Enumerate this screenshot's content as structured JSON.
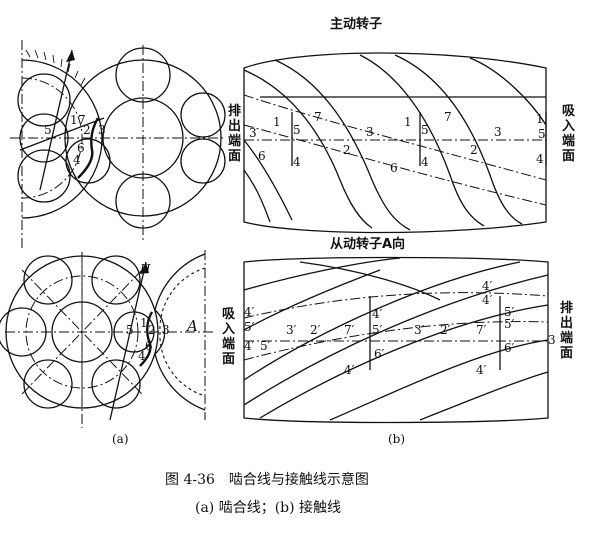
{
  "titles": {
    "driving_rotor": "主动转子",
    "driven_rotor": "从动转子A向"
  },
  "side_labels": {
    "discharge": [
      "排",
      "出",
      "端",
      "面"
    ],
    "suction": [
      "吸",
      "入",
      "端",
      "面"
    ]
  },
  "panel_labels": {
    "a": "(a)",
    "b": "(b)"
  },
  "caption": {
    "line1": "图 4-36　啮合线与接触线示意图",
    "line2": "(a) 啮合线；(b) 接触线"
  },
  "left_top_labels": [
    "1",
    "7",
    "2",
    "3",
    "5",
    "6",
    "4"
  ],
  "left_bottom_labels": [
    "1",
    "2",
    "3",
    "5",
    "6",
    "4",
    "A",
    "H"
  ],
  "right_top_labels": [
    "7",
    "1",
    "3",
    "5",
    "4",
    "2",
    "6",
    "3",
    "1",
    "5",
    "4",
    "7",
    "3",
    "2",
    "6",
    "1",
    "5",
    "4"
  ],
  "right_bottom_labels": [
    "4′",
    "5′",
    "2′",
    "3′",
    "4′",
    "5′",
    "7′",
    "6′",
    "4′",
    "4′",
    "5′",
    "7′",
    "3′",
    "2′",
    "6′",
    "4′",
    "5′",
    "3",
    "4′",
    "5′",
    "4′"
  ]
}
